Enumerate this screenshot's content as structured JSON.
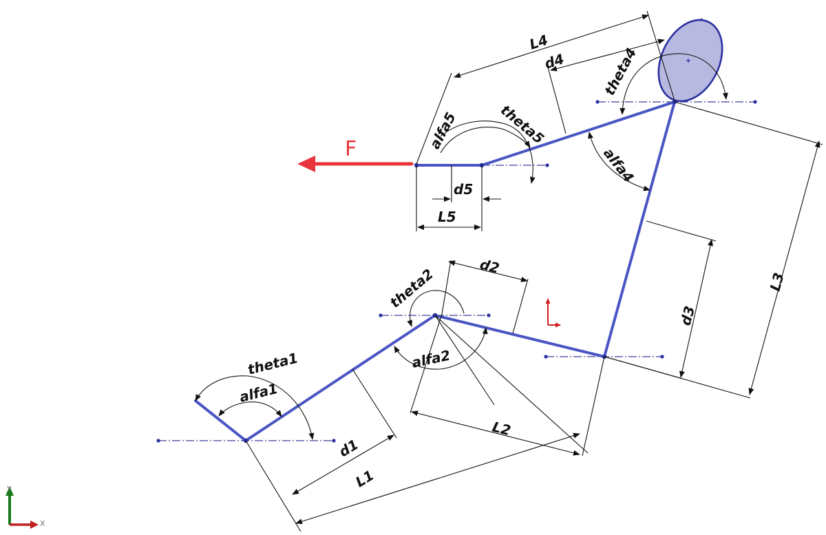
{
  "colors": {
    "link": "#4a55c4",
    "point": "#2a2f9e",
    "dimension": "#111111",
    "force": "#e8343a",
    "origin_red": "#d01c1c",
    "triad_y": "#1b7a1b",
    "triad_x": "#c02020",
    "body_fill": "#b8b9e0",
    "centerline": "#3a3f9a"
  },
  "labels": {
    "force": "F",
    "L1": "L1",
    "L2": "L2",
    "L3": "L3",
    "L4": "L4",
    "L5": "L5",
    "d1": "d1",
    "d2": "d2",
    "d3": "d3",
    "d4": "d4",
    "d5": "d5",
    "theta1": "theta1",
    "theta2": "theta2",
    "theta4": "theta4",
    "theta5": "theta5",
    "alfa1": "alfa1",
    "alfa2": "alfa2",
    "alfa4": "alfa4",
    "alfa5": "alfa5"
  },
  "triad": {
    "y_label": "Y",
    "x_label": "X"
  },
  "icons": {
    "force_arrow": "left-arrow-icon",
    "origin": "origin-axes-icon",
    "triad": "xyz-triad-icon"
  }
}
